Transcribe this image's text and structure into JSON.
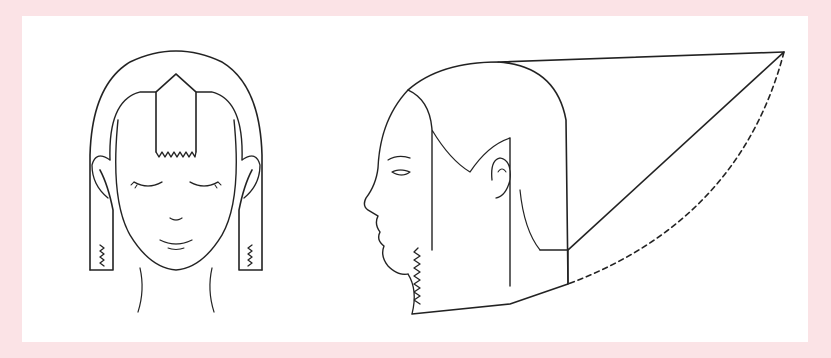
{
  "page": {
    "background_color": "#fbe3e6",
    "panel_color": "#ffffff",
    "line_color": "#222222"
  },
  "figures": [
    {
      "view": "front",
      "icon": "front-head-haircut-diagram"
    },
    {
      "view": "side",
      "icon": "side-profile-haircut-diagram"
    }
  ]
}
